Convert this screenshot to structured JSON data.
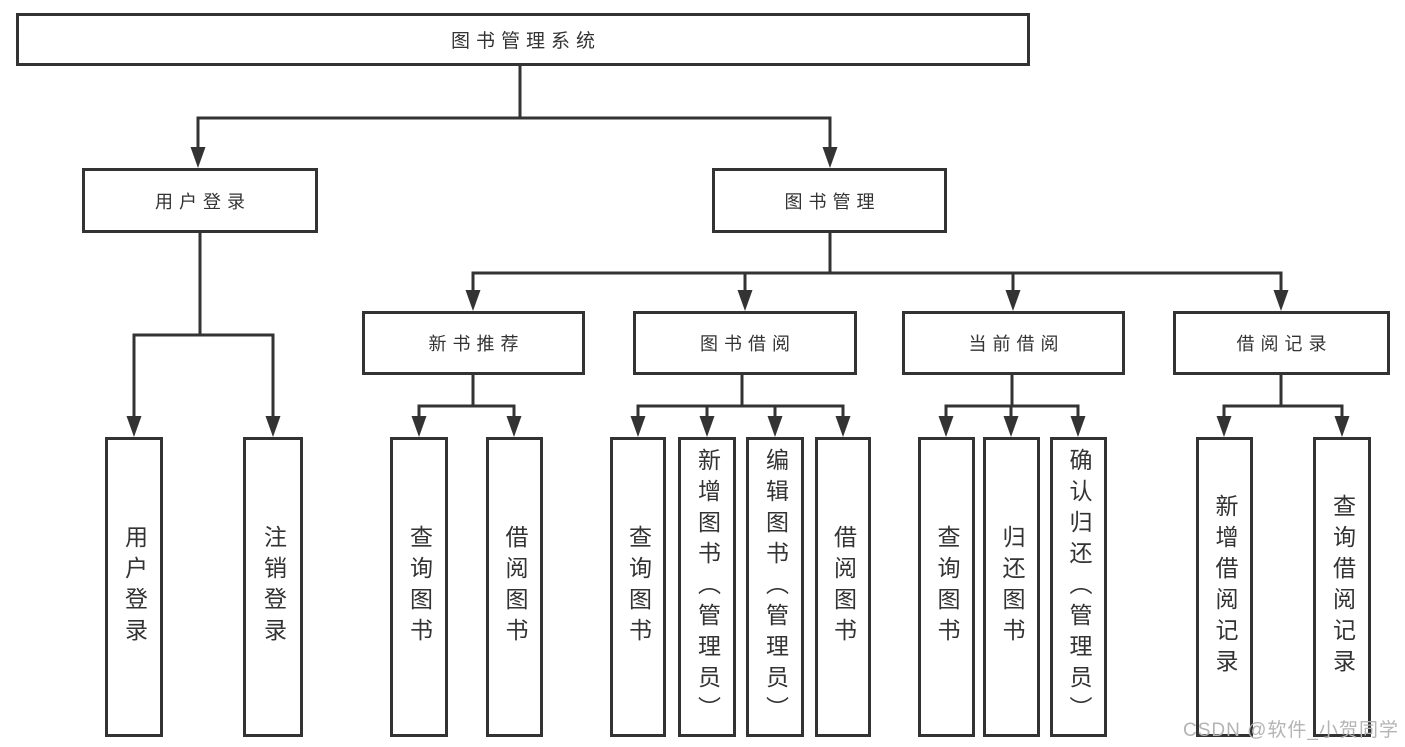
{
  "diagram": {
    "root": {
      "label": "图书管理系统"
    },
    "branches": {
      "user_login": {
        "label": "用户登录"
      },
      "book_management": {
        "label": "图书管理"
      }
    },
    "modules": {
      "new_book_recommend": {
        "label": "新书推荐"
      },
      "book_borrow": {
        "label": "图书借阅"
      },
      "current_borrow": {
        "label": "当前借阅"
      },
      "borrow_records": {
        "label": "借阅记录"
      }
    },
    "leaves": {
      "user_login_items": [
        "用户登录",
        "注销登录"
      ],
      "new_book_items": [
        "查询图书",
        "借阅图书"
      ],
      "book_borrow_items": [
        "查询图书",
        "新增图书（管理员）",
        "编辑图书（管理员）",
        "借阅图书"
      ],
      "current_borrow_items": [
        "查询图书",
        "归还图书",
        "确认归还（管理员）"
      ],
      "borrow_record_items": [
        "新增借阅记录",
        "查询借阅记录"
      ]
    },
    "watermark": "CSDN @软件_小贺同学",
    "colors": {
      "line": "#333333",
      "text": "#333333",
      "background": "#ffffff",
      "watermark": "#b4b4b4"
    }
  }
}
